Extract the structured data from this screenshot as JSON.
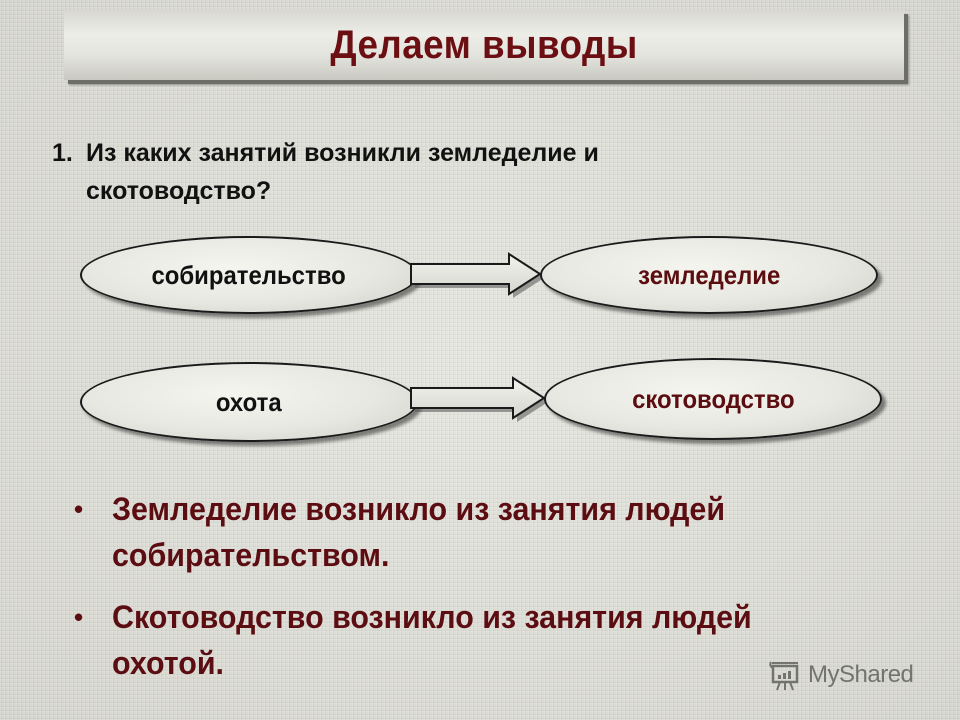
{
  "slide": {
    "title": "Делаем выводы",
    "question": {
      "number": "1.",
      "line1": "Из каких занятий возникли земледелие и",
      "line2": "скотоводство?"
    },
    "diagram": {
      "rows": [
        {
          "source": "собирательство",
          "arrow": "arrow-right",
          "target": "земледелие"
        },
        {
          "source": "охота",
          "arrow": "arrow-right",
          "target": "скотоводство"
        }
      ]
    },
    "conclusions": [
      {
        "line1": "Земледелие возникло из занятия людей",
        "line2": "собирательством."
      },
      {
        "line1": "Скотоводство возникло из занятия людей",
        "line2": "охотой."
      }
    ],
    "colors": {
      "title": "#6b0f12",
      "conclusion_text": "#5c0d12",
      "target_text": "#5c0d10",
      "source_text": "#111111"
    }
  },
  "watermark": {
    "icon": "presentation-board-icon",
    "text": "MyShared"
  }
}
